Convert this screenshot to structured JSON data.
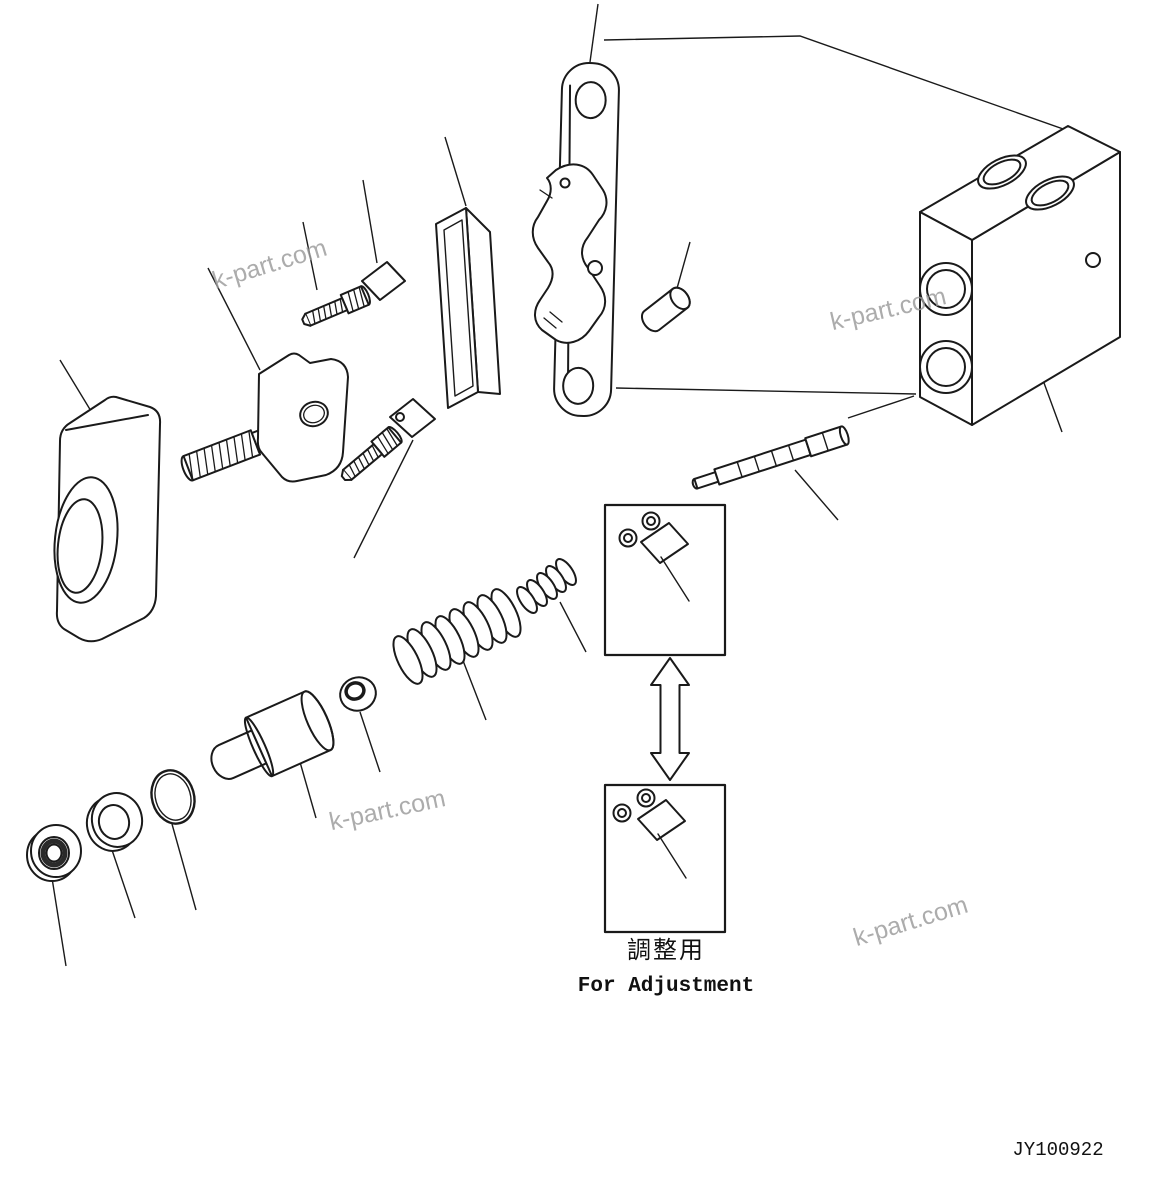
{
  "page": {
    "background": "#ffffff",
    "line_color": "#1a1a1a",
    "watermark_color": "#9a9a9a"
  },
  "labels": {
    "watermark": "k-part.com",
    "adjustment_ja": "調整用",
    "adjustment_en": "For Adjustment",
    "drawing_number": "JY100922"
  }
}
